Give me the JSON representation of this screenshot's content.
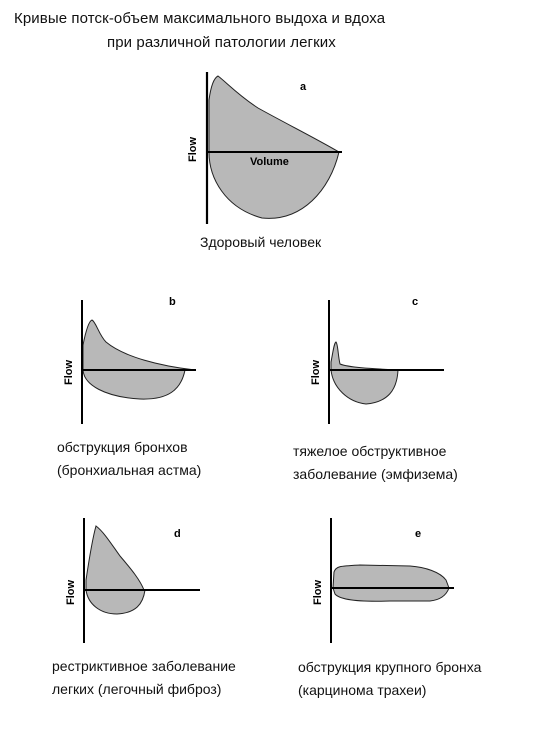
{
  "title": {
    "line1": "Кривые потск-объем максимального выдоха и вдоха",
    "line2": "при различной патологии легких"
  },
  "colors": {
    "curve_fill": "#b8b8b8",
    "outline": "#222222"
  },
  "panels": [
    {
      "letter": "a",
      "flow_label": "Flow",
      "volume_label": "Volume",
      "caption_lines": [
        "Здоровый человек"
      ]
    },
    {
      "letter": "b",
      "flow_label": "Flow",
      "caption_lines": [
        "обструкция  бронхов",
        "(бронхиальная астма)"
      ]
    },
    {
      "letter": "c",
      "flow_label": "Flow",
      "caption_lines": [
        "тяжелое обструктивное",
        "заболевание (эмфизема)"
      ]
    },
    {
      "letter": "d",
      "flow_label": "Flow",
      "caption_lines": [
        "рестриктивное заболевание",
        "легких (легочный фиброз)"
      ]
    },
    {
      "letter": "e",
      "flow_label": "Flow",
      "caption_lines": [
        "обструкция крупного бронха",
        "(карцинома трахеи)"
      ]
    }
  ]
}
